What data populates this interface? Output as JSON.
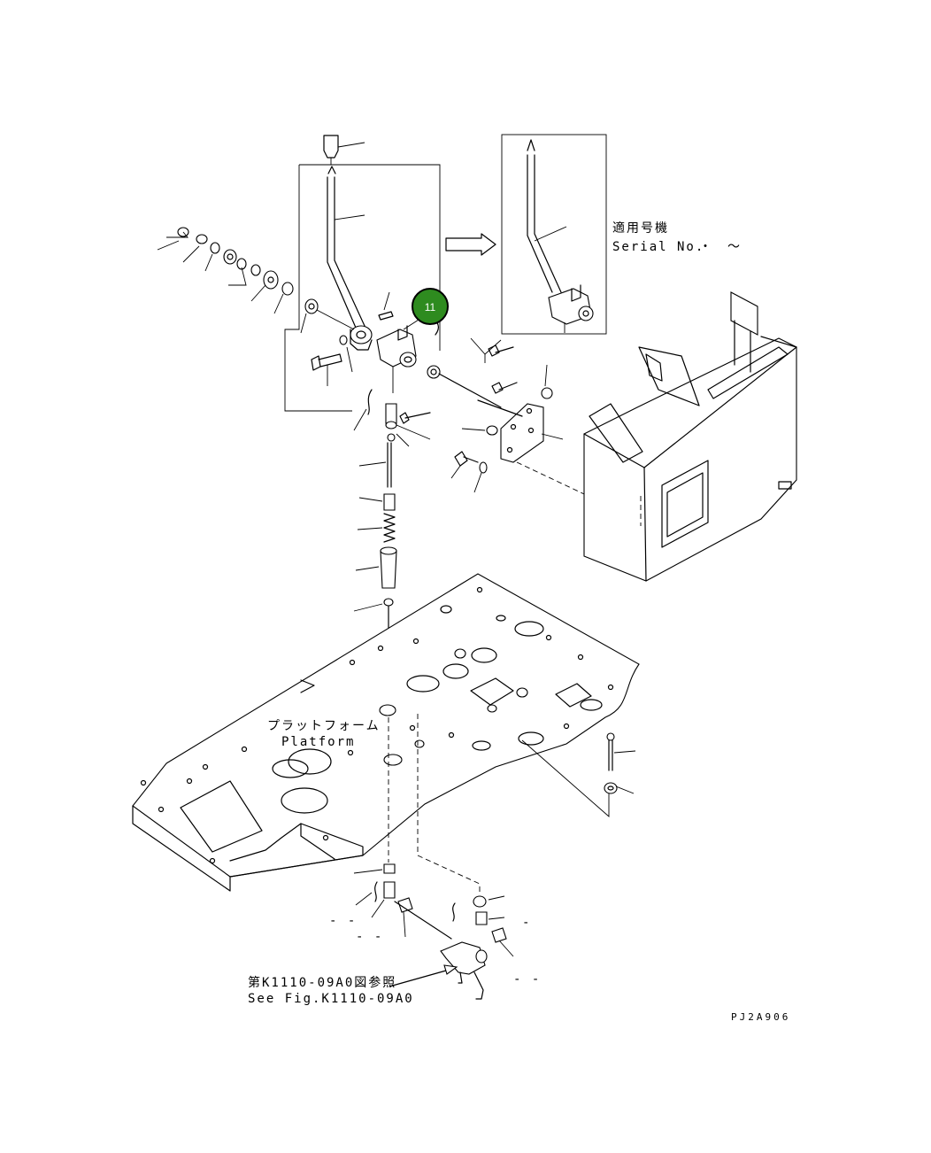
{
  "applicable_label": {
    "jp": "適用号機",
    "en": "Serial No.",
    "range_marks": "・　～"
  },
  "platform_label": {
    "jp": "プラットフォーム",
    "en": "Platform"
  },
  "reference_note": {
    "jp": "第K1110-09A0図参照",
    "en": "See Fig.K1110-09A0"
  },
  "figure_code": "PJ2A906",
  "callout": {
    "number": "11",
    "color": "#2e8b1f"
  },
  "dash_marks": {
    "left_upper": "- -",
    "left_lower": "- -",
    "right_upper": "-",
    "right_lower": "- -"
  }
}
